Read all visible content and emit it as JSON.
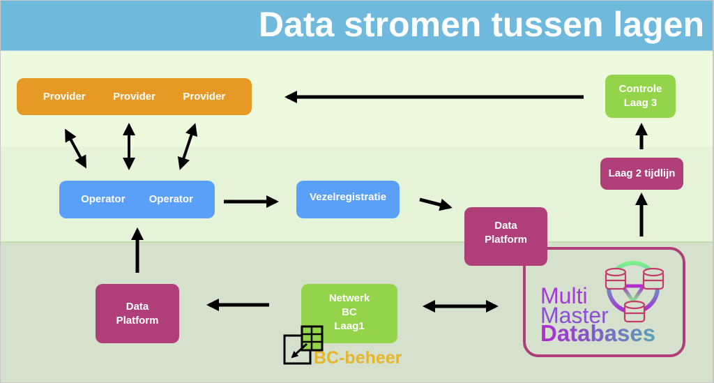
{
  "title": "Data stromen tussen lagen",
  "colors": {
    "header": "#6fb9dd",
    "provider": "#e69a25",
    "operator": "#5a9ff8",
    "platform": "#b03e78",
    "layer_green": "#94d44a",
    "bc_beheer": "#e6b62a"
  },
  "providers": [
    "Provider",
    "Provider",
    "Provider"
  ],
  "operators": [
    "Operator",
    "Operator"
  ],
  "vezelregistratie": "Vezelregistratie",
  "controle": {
    "line1": "Controle",
    "line2": "Laag 3"
  },
  "laag2": "Laag 2 tijdlijn",
  "data_platform_right": {
    "line1": "Data",
    "line2": "Platform"
  },
  "data_platform_left": {
    "line1": "Data",
    "line2": "Platform"
  },
  "netwerk": {
    "line1": "Netwerk",
    "line2": "BC",
    "line3": "Laag1"
  },
  "bc_beheer": {
    "label": "BC-beheer",
    "icon": "export-table-icon"
  },
  "multi_master": {
    "line1": "Multi",
    "line2": "Master",
    "line3": "Databases",
    "icon": "database-cluster-icon"
  }
}
